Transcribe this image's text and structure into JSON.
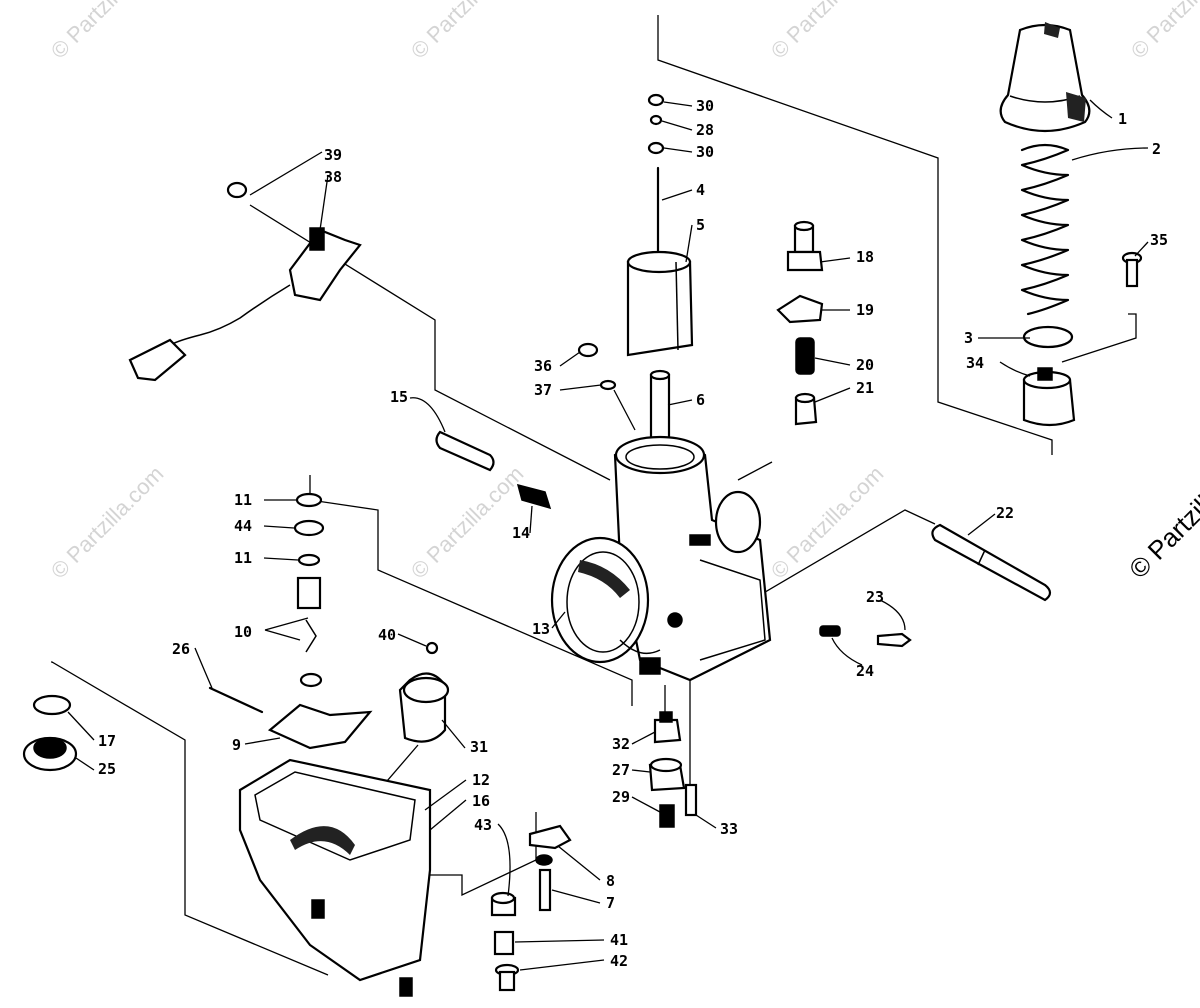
{
  "watermark": {
    "repeat_text": "© Partzilla.com",
    "side_text": "© Partzill"
  },
  "callouts": {
    "n1": "1",
    "n2": "2",
    "n3": "3",
    "n4": "4",
    "n5": "5",
    "n6": "6",
    "n7": "7",
    "n8": "8",
    "n9": "9",
    "n10": "10",
    "n11a": "11",
    "n11b": "11",
    "n12": "12",
    "n13": "13",
    "n14": "14",
    "n15": "15",
    "n16": "16",
    "n17": "17",
    "n18": "18",
    "n19": "19",
    "n20": "20",
    "n21": "21",
    "n22": "22",
    "n23": "23",
    "n24": "24",
    "n25": "25",
    "n26": "26",
    "n27": "27",
    "n28": "28",
    "n29": "29",
    "n30a": "30",
    "n30b": "30",
    "n31": "31",
    "n32": "32",
    "n33": "33",
    "n34": "34",
    "n35": "35",
    "n36": "36",
    "n37": "37",
    "n38": "38",
    "n39": "39",
    "n40": "40",
    "n41": "41",
    "n42": "42",
    "n43": "43",
    "n44": "44"
  }
}
